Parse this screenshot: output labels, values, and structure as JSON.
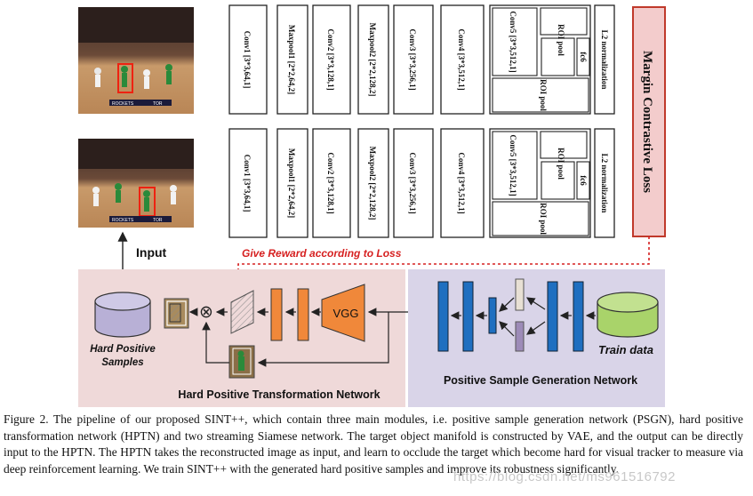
{
  "frames": [
    {
      "score_left": "ROCKETS",
      "score_right": "TOR"
    },
    {
      "score_left": "ROCKETS",
      "score_right": "TOR"
    }
  ],
  "blocks": [
    "Conv1 [3*3,64,1]",
    "Maxpool1 [2*2,64,2]",
    "Conv2 [3*3,128,1]",
    "Maxpool2 [2*2,128,2]",
    "Conv3 [3*3,256,1]",
    "Conv4 [3*3,512,1]"
  ],
  "conv5": "Conv5 [3*3,512,1]",
  "roi_pool_small": "ROI pool",
  "fc6": "fc6",
  "roi_pool_large": "ROI pool",
  "l2_norm": "L2 normalization",
  "loss": "Margin Contrastive Loss",
  "input_label": "Input",
  "reward_label": "Give Reward according to Loss",
  "hptn": {
    "title": "Hard Positive Transformation Network",
    "samples_label_1": "Hard Positive",
    "samples_label_2": "Samples",
    "vgg": "VGG",
    "multiply": "⊗"
  },
  "psgn": {
    "title": "Positive Sample Generation Network",
    "train_data": "Train data"
  },
  "colors": {
    "hptn_bg": "#efd9d9",
    "psgn_bg": "#d9d4e8",
    "loss_fill": "#f3cccc",
    "loss_border": "#c0392b",
    "reward_red": "#d62020",
    "orange": "#f0883a",
    "blue": "#1f6fc0",
    "db_purple": "#b8b0d6",
    "db_green": "#a9d36a"
  },
  "caption": "Figure 2. The pipeline of our proposed SINT++, which contain three main modules, i.e. positive sample generation network (PSGN), hard positive transformation network (HPTN) and two streaming Siamese network. The target object manifold is constructed by VAE, and the output can be directly input to the HPTN. The HPTN takes the reconstructed image as input, and learn to occlude the target which become hard for visual tracker to measure via deep reinforcement learning. We train SINT++ with the generated hard positive samples and improve its robustness significantly.",
  "watermark": "https://blog.csdn.net/ms961516792"
}
